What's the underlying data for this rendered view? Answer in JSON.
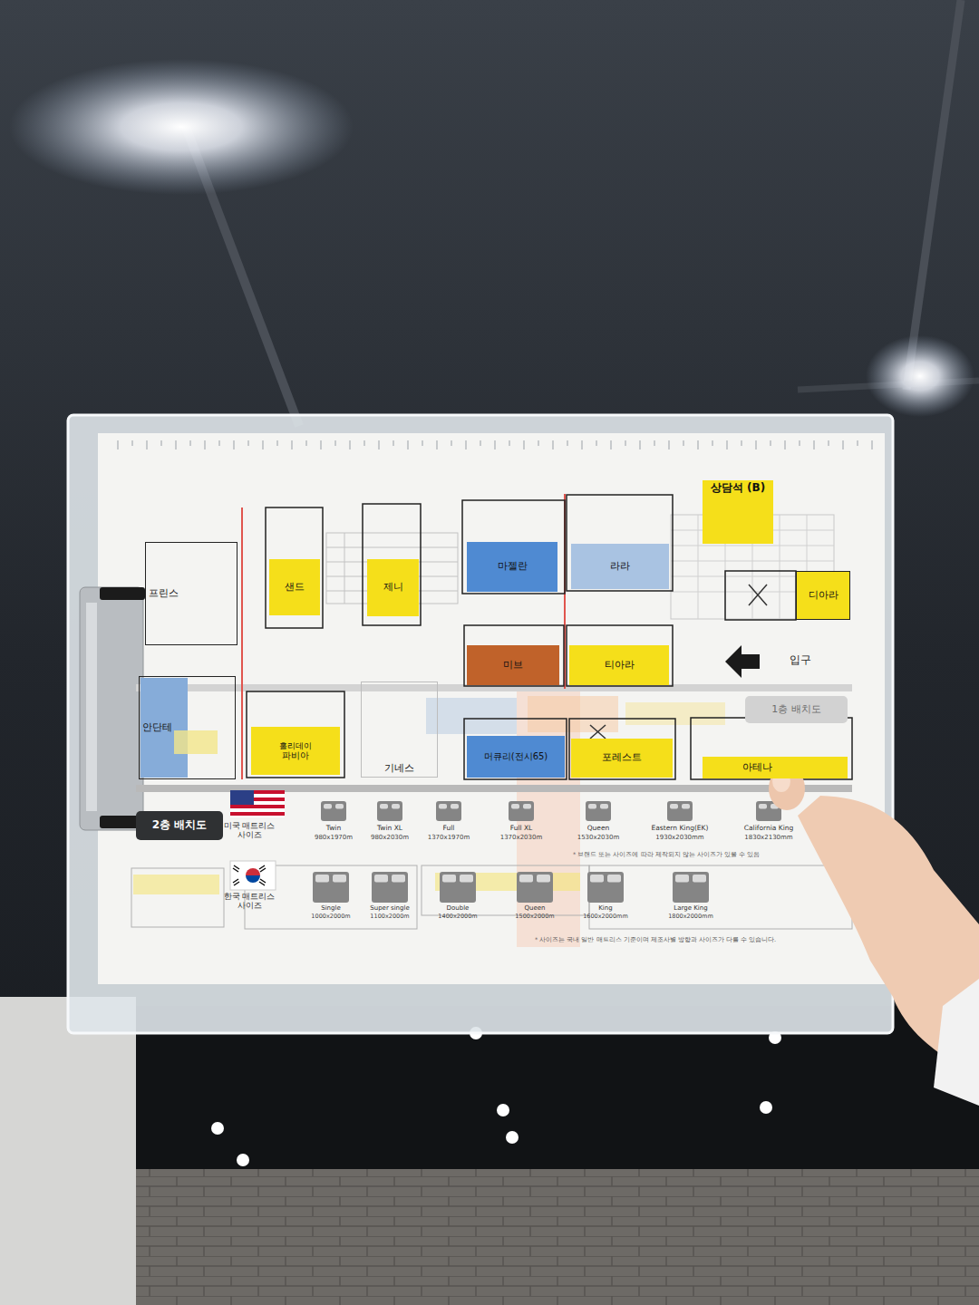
{
  "diagram": {
    "nodes": [
      {
        "text": [
          "상담석 (B)"
        ]
      },
      {
        "text": [
          "프린스"
        ]
      },
      {
        "text": [
          "샌드"
        ]
      },
      {
        "text": [
          "제니"
        ]
      },
      {
        "text": [
          "마젤란"
        ]
      },
      {
        "text": [
          "라라"
        ]
      },
      {
        "text": [
          "디아라"
        ]
      },
      {
        "text": [
          "미브"
        ]
      },
      {
        "text": [
          "티아라"
        ]
      },
      {
        "text": [
          "안단테"
        ]
      },
      {
        "text": [
          "홀리데이",
          "파비아"
        ]
      },
      {
        "text": [
          "기네스"
        ]
      },
      {
        "text": [
          "머큐리(전시65)"
        ]
      },
      {
        "text": [
          "포레스트"
        ]
      },
      {
        "text": [
          "아테나"
        ]
      },
      {
        "text": [
          "2층 배치도"
        ]
      },
      {
        "text": [
          "1층 배치도"
        ]
      }
    ],
    "labels": [
      "입구",
      "미국 매트리스 사이즈",
      "Twin",
      "980x1970m",
      "Twin XL",
      "980x2030m",
      "Full",
      "1370x1970m",
      "Full XL",
      "1370x2030m",
      "Queen",
      "1530x2030m",
      "Eastern King(EK)",
      "1930x2030mm",
      "California King",
      "1830x2130mm",
      "* 브랜드 또는 사이즈에 따라 제작되지 않는 사이즈가 있을 수 있음",
      "한국 매트리스 사이즈",
      "Single",
      "1000x2000m",
      "Super single",
      "1100x2000m",
      "Double",
      "1400x2000m",
      "Queen",
      "1500x2000m",
      "King",
      "1600x2000mm",
      "Large King",
      "1800x2000mm",
      "* 사이즈는 국내 일반 매트리스 기준이며 제조사별 방향과 사이즈가 다를 수 있습니다."
    ]
  }
}
